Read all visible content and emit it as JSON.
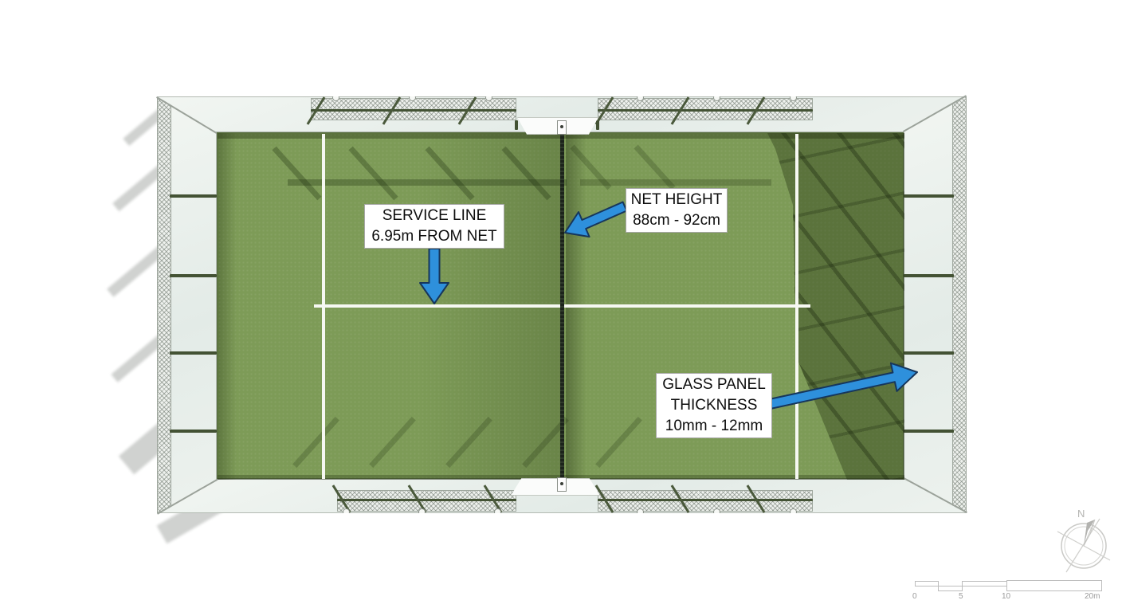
{
  "annotations": {
    "service_line": {
      "line1": "SERVICE LINE",
      "line2": "6.95m FROM NET"
    },
    "net_height": {
      "line1": "NET HEIGHT",
      "line2": "88cm - 92cm"
    },
    "glass_panel": {
      "line1": "GLASS PANEL",
      "line2": "THICKNESS",
      "line3": "10mm - 12mm"
    }
  },
  "compass": {
    "label": "N"
  },
  "scale_bar": {
    "ticks": [
      "0",
      "5",
      "10",
      "20m"
    ]
  },
  "colors": {
    "arrow_blue": "#2E90DC",
    "arrow_outline": "#16365C",
    "turf_green": "#7D9B57",
    "turf_shadow": "#55703D",
    "net_black": "#20261E",
    "rail_green": "#435234",
    "glass_tint": "#E7EEE9"
  }
}
